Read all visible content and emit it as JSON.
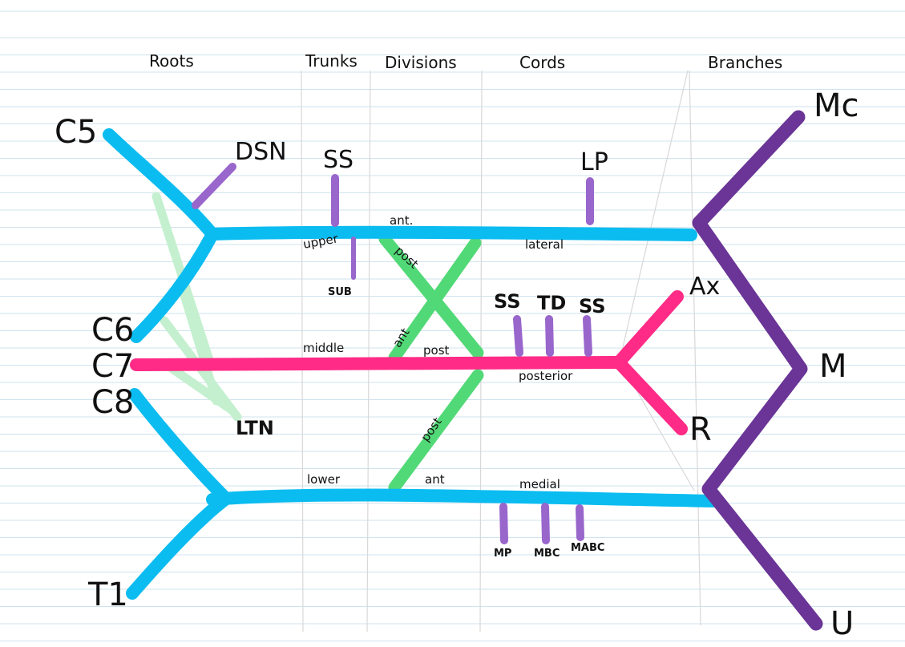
{
  "headers": {
    "roots": "Roots",
    "trunks": "Trunks",
    "divisions": "Divisions",
    "cords": "Cords",
    "branches": "Branches"
  },
  "roots": {
    "c5": "C5",
    "c6": "C6",
    "c7": "C7",
    "c8": "C8",
    "t1": "T1"
  },
  "trunks": {
    "upper": "upper",
    "middle": "middle",
    "lower": "lower"
  },
  "divisions": {
    "ant_upper": "ant.",
    "post_upper": "post",
    "ant_middle": "ant",
    "post_middle": "post",
    "post_lower": "post",
    "ant_lower": "ant"
  },
  "cords": {
    "lateral": "lateral",
    "posterior": "posterior",
    "medial": "medial"
  },
  "nerve_branches": {
    "dsn": "DSN",
    "ss": "SS",
    "sub": "SUB",
    "ltn": "LTN",
    "lp": "LP",
    "ss_post_1": "SS",
    "td": "TD",
    "ss_post_2": "SS",
    "mp": "MP",
    "mbc": "MBC",
    "mabc": "MABC"
  },
  "terminal_branches": {
    "mc": "Mc",
    "ax": "Ax",
    "m": "M",
    "r": "R",
    "u": "U"
  },
  "colors": {
    "blue": "#0bbcf0",
    "pink": "#ff2b86",
    "green": "#52d977",
    "light_green": "#c4f0cf",
    "purple": "#6a3596",
    "light_purple": "#9966cc",
    "ruled_line": "#cfe3ee",
    "divider": "#d8d8d8"
  }
}
